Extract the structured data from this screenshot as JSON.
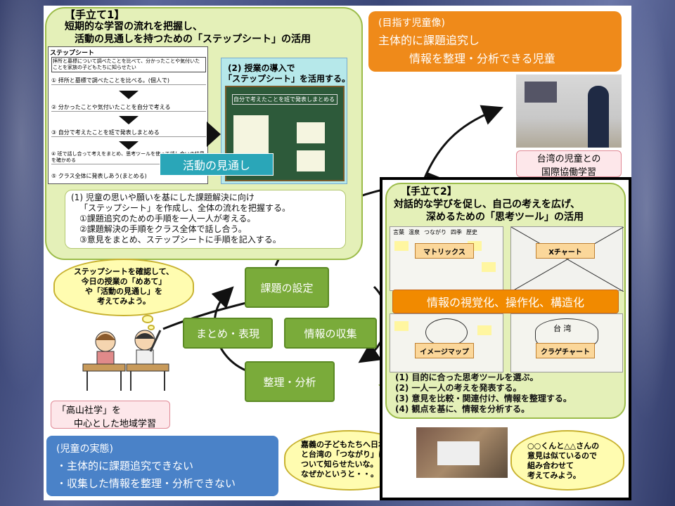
{
  "step1": {
    "title": "【手立て1】",
    "subtitle1": "短期的な学習の流れを把握し、",
    "subtitle2": "活動の見通しを持つための「ステップシート」の活用",
    "sheet_label": "ステップシート",
    "sheet_header": "拝所と墓標について調べたことを比べて、分かったことや気付いたことを家族の子どもたちに知らせたい",
    "steps": [
      "① 拝所と墓標で調べたことを比べる。(個人で)",
      "② 分かったことや気付いたことを自分で考える",
      "③ 自分で考えたことを班で発表しまとめる",
      "④ 班で話し合って考えをまとめ、思考ツールを使って話し合いの結果を確かめる",
      "⑤ クラス全体に発表しあう(まとめる)"
    ],
    "intro_title1": "(2) 授業の導入で",
    "intro_title2": "「ステップシート」を活用する。",
    "blackboard_caption": "自分で考えたことを班で発表しまとめる",
    "vision_label": "活動の見通し",
    "desc_lines": [
      "(1) 児童の思いや願いを基にした課題解決に向け",
      "「ステップシート」を作成し、全体の流れを把握する。",
      "①課題追究のための手順を一人一人が考える。",
      "②課題解決の手順をクラス全体で話し合う。",
      "③意見をまとめ、ステップシートに手順を記入する。"
    ]
  },
  "goal": {
    "label": "(目指す児童像)",
    "line1": "主体的に課題追究し",
    "line2": "情報を整理・分析できる児童"
  },
  "taiwan": {
    "line1": "台湾の児童との",
    "line2": "国際協働学習"
  },
  "cycle": {
    "setting": "課題の設定",
    "collect": "情報の収集",
    "summary": "まとめ・表現",
    "analysis": "整理・分析"
  },
  "bubble_left": [
    "ステップシートを確認して、",
    "今日の授業の「めあて」",
    "や「活動の見通し」を",
    "考えてみよう。"
  ],
  "takayama": {
    "line1": "「高山社学」を",
    "line2": "中心とした地域学習"
  },
  "reality": {
    "label": "(児童の実態)",
    "line1": "・主体的に課題追究できない",
    "line2": "・収集した情報を整理・分析できない"
  },
  "step2": {
    "title": "【手立て2】",
    "subtitle1": "対話的な学びを促し、自己の考えを広げ、",
    "subtitle2": "深めるための「思考ツール」の活用",
    "tools": [
      "マトリックス",
      "Xチャート",
      "イメージマップ",
      "クラゲチャート"
    ],
    "matrix_headers": [
      "言葉",
      "温泉",
      "つながり",
      "四季",
      "歴史"
    ],
    "taiwan_label": "台 湾",
    "banner": "情報の視覚化、操作化、構造化",
    "lines": [
      "(1) 目的に合った思考ツールを選ぶ。",
      "(2) 一人一人の考えを発表する。",
      "(3) 意見を比較・関連付け、情報を整理する。",
      "(4) 観点を基に、情報を分析する。"
    ]
  },
  "bubble_mid": [
    "嘉義の子どもたちへ日本",
    "と台湾の「つながり」に",
    "ついて知らせたいな。",
    "なぜかというと・・。"
  ],
  "bubble_right": [
    "○○くんと△△さんの",
    "意見は似ているので",
    "組み合わせて",
    "考えてみよう。"
  ]
}
